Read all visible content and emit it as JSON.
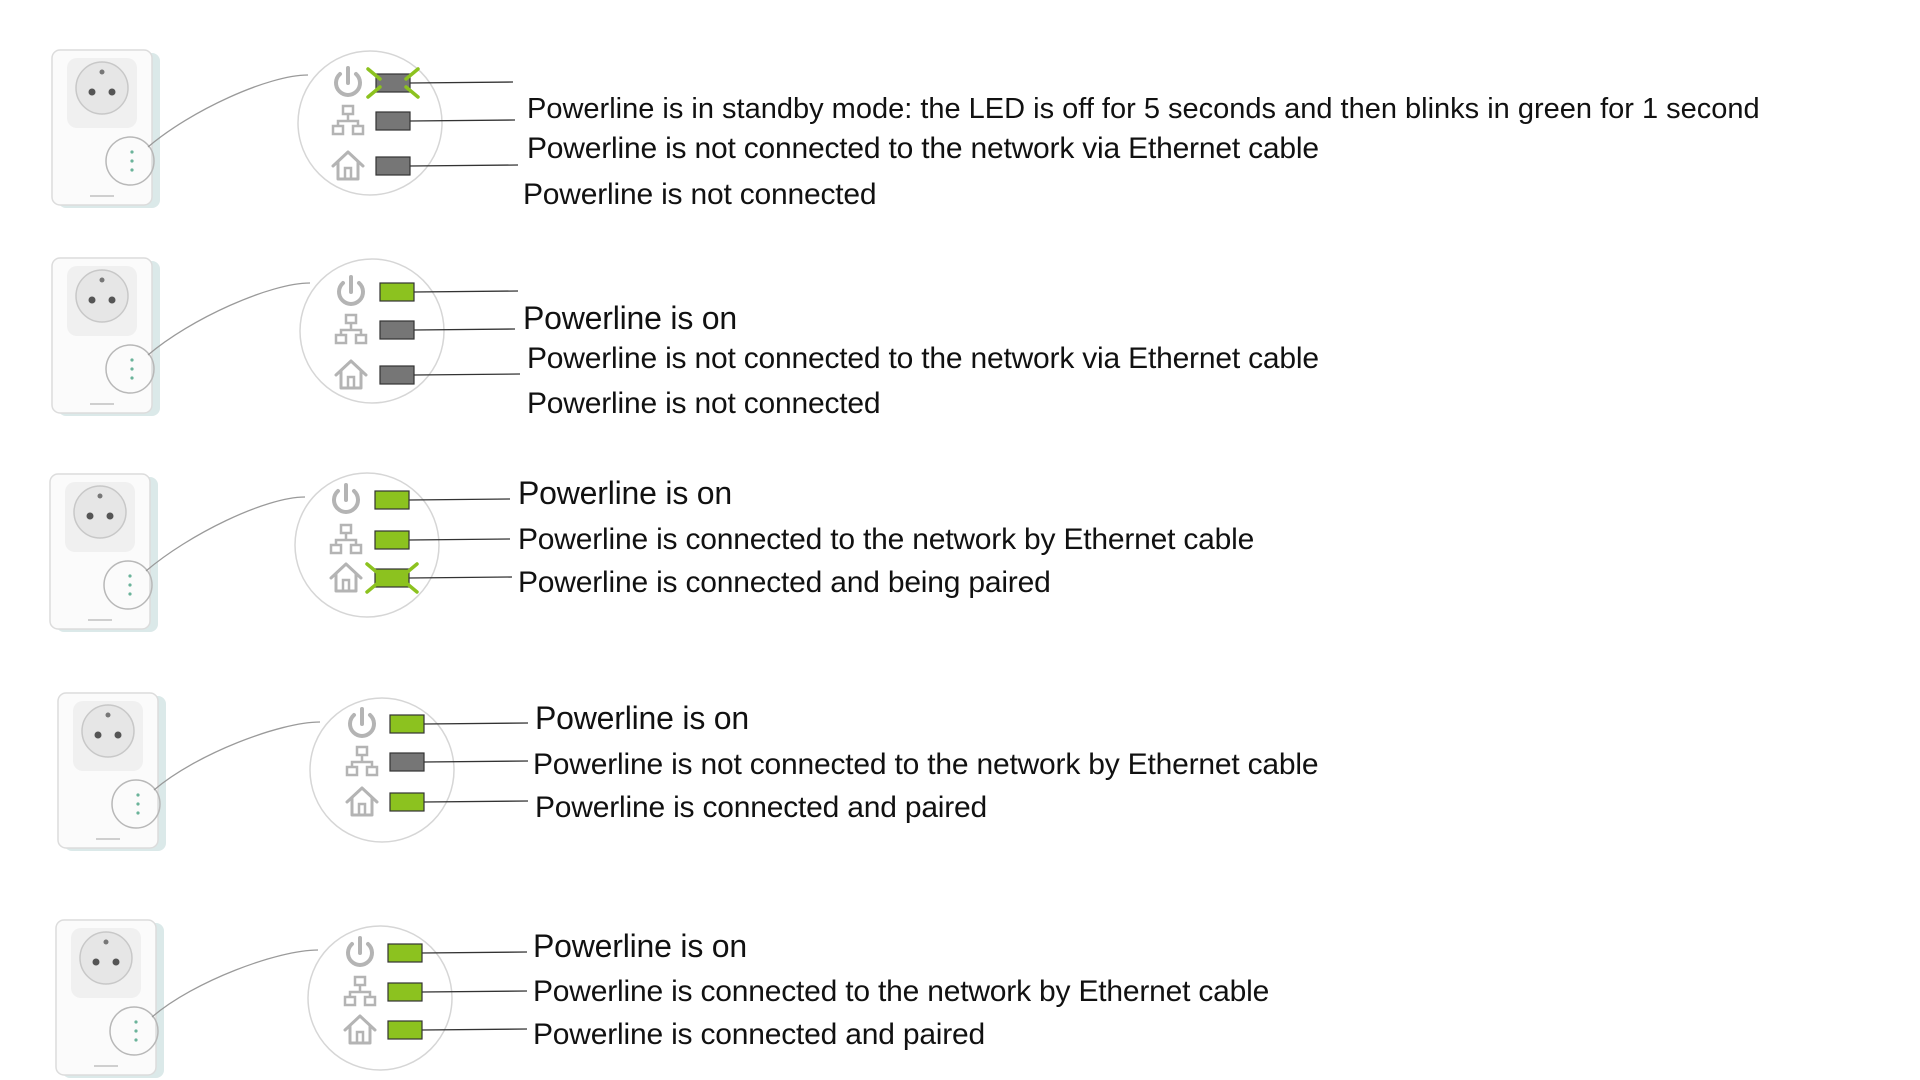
{
  "colors": {
    "led_on": "#8cc21f",
    "led_off": "#767676",
    "blink_marks": "#8cc21f",
    "icon": "#b4b4b4",
    "leader_line": "#333333",
    "device_body": "#fbfbfb",
    "outlet_face": "#e6e6e6",
    "text": "#111111"
  },
  "icons": {
    "power": "power-icon",
    "ethernet": "network-icon",
    "pairing": "home-icon"
  },
  "rows": [
    {
      "leds": [
        {
          "indicator": "power",
          "state": "off",
          "blinking": true,
          "label": "Powerline is in standby mode: the LED is off for 5 seconds and then blinks in green for 1 second"
        },
        {
          "indicator": "ethernet",
          "state": "off",
          "blinking": false,
          "label": "Powerline is not connected to the network via Ethernet cable"
        },
        {
          "indicator": "pairing",
          "state": "off",
          "blinking": false,
          "label": "Powerline is not connected"
        }
      ]
    },
    {
      "leds": [
        {
          "indicator": "power",
          "state": "on",
          "blinking": false,
          "label": "Powerline is on"
        },
        {
          "indicator": "ethernet",
          "state": "off",
          "blinking": false,
          "label": "Powerline is not connected to the network via Ethernet cable"
        },
        {
          "indicator": "pairing",
          "state": "off",
          "blinking": false,
          "label": "Powerline is not connected"
        }
      ]
    },
    {
      "leds": [
        {
          "indicator": "power",
          "state": "on",
          "blinking": false,
          "label": "Powerline is on"
        },
        {
          "indicator": "ethernet",
          "state": "on",
          "blinking": false,
          "label": "Powerline is connected to the network by Ethernet cable"
        },
        {
          "indicator": "pairing",
          "state": "on",
          "blinking": true,
          "label": "Powerline is connected and being paired"
        }
      ]
    },
    {
      "leds": [
        {
          "indicator": "power",
          "state": "on",
          "blinking": false,
          "label": "Powerline is on"
        },
        {
          "indicator": "ethernet",
          "state": "off",
          "blinking": false,
          "label": "Powerline is not connected to the network by Ethernet cable"
        },
        {
          "indicator": "pairing",
          "state": "on",
          "blinking": false,
          "label": "Powerline is connected and paired"
        }
      ]
    },
    {
      "leds": [
        {
          "indicator": "power",
          "state": "on",
          "blinking": false,
          "label": "Powerline is on"
        },
        {
          "indicator": "ethernet",
          "state": "on",
          "blinking": false,
          "label": "Powerline is connected to the network by Ethernet cable"
        },
        {
          "indicator": "pairing",
          "state": "on",
          "blinking": false,
          "label": "Powerline is connected and paired"
        }
      ]
    }
  ]
}
